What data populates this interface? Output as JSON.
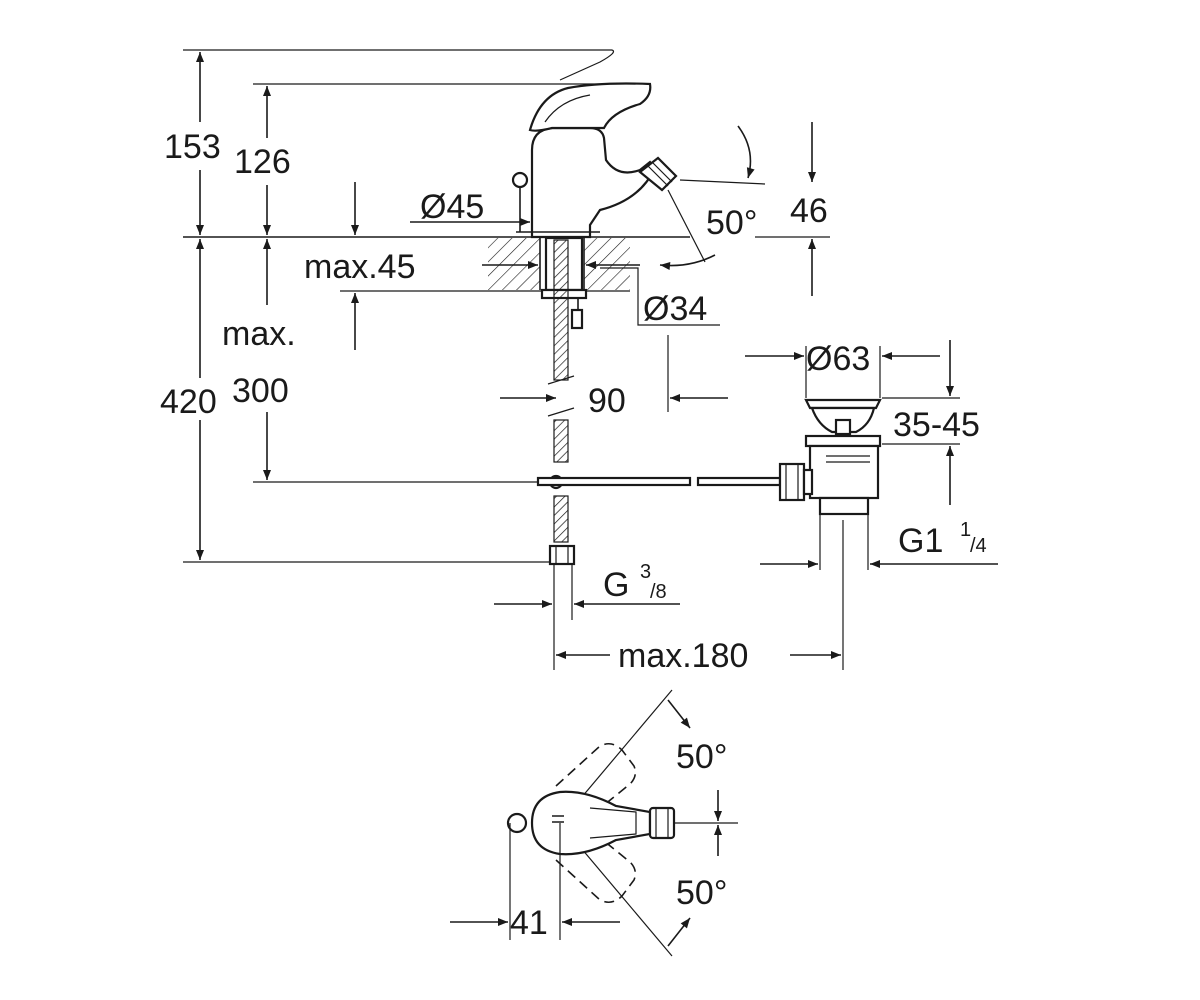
{
  "diagram": {
    "labels": {
      "h153": "153",
      "h126": "126",
      "d45": "Ø45",
      "max45": "max.45",
      "angle50_side": "50°",
      "h46": "46",
      "d34": "Ø34",
      "max_word": "max.",
      "h420": "420",
      "h300": "300",
      "w90": "90",
      "d63": "Ø63",
      "r35_45": "35-45",
      "g1_base": "G1",
      "g1_num": "1",
      "g1_den": "/4",
      "g38_base": "G",
      "g38_num": "3",
      "g38_den": "/8",
      "max180": "max.180",
      "angle50_top": "50°",
      "angle50_bottom": "50°",
      "w41": "41"
    }
  }
}
